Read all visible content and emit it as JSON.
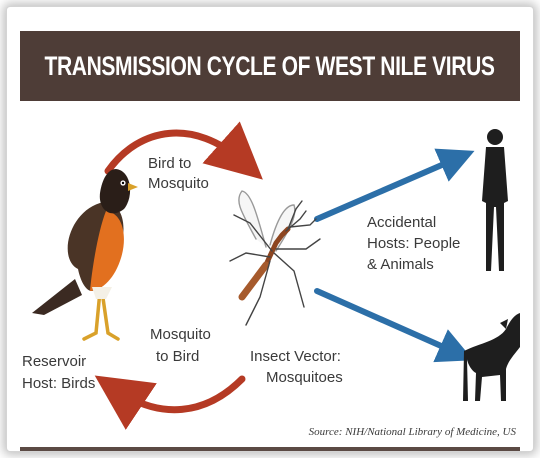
{
  "title": "TRANSMISSION CYCLE OF WEST NILE VIRUS",
  "labels": {
    "bird_to_mosquito": [
      "Bird to",
      "Mosquito"
    ],
    "mosquito_to_bird": [
      "Mosquito",
      "to Bird"
    ],
    "accidental_hosts": [
      "Accidental",
      "Hosts: People",
      "& Animals"
    ],
    "insect_vector": [
      "Insect Vector:",
      "Mosquitoes"
    ],
    "reservoir_host": [
      "Reservoir",
      "Host: Birds"
    ]
  },
  "source": "Source: NIH/National Library of Medicine, US",
  "colors": {
    "title_band": "#4e3d37",
    "cycle_arrows": "#b53a24",
    "host_arrows": "#2c6fa8",
    "silhouettes": "#1e1e1e"
  }
}
